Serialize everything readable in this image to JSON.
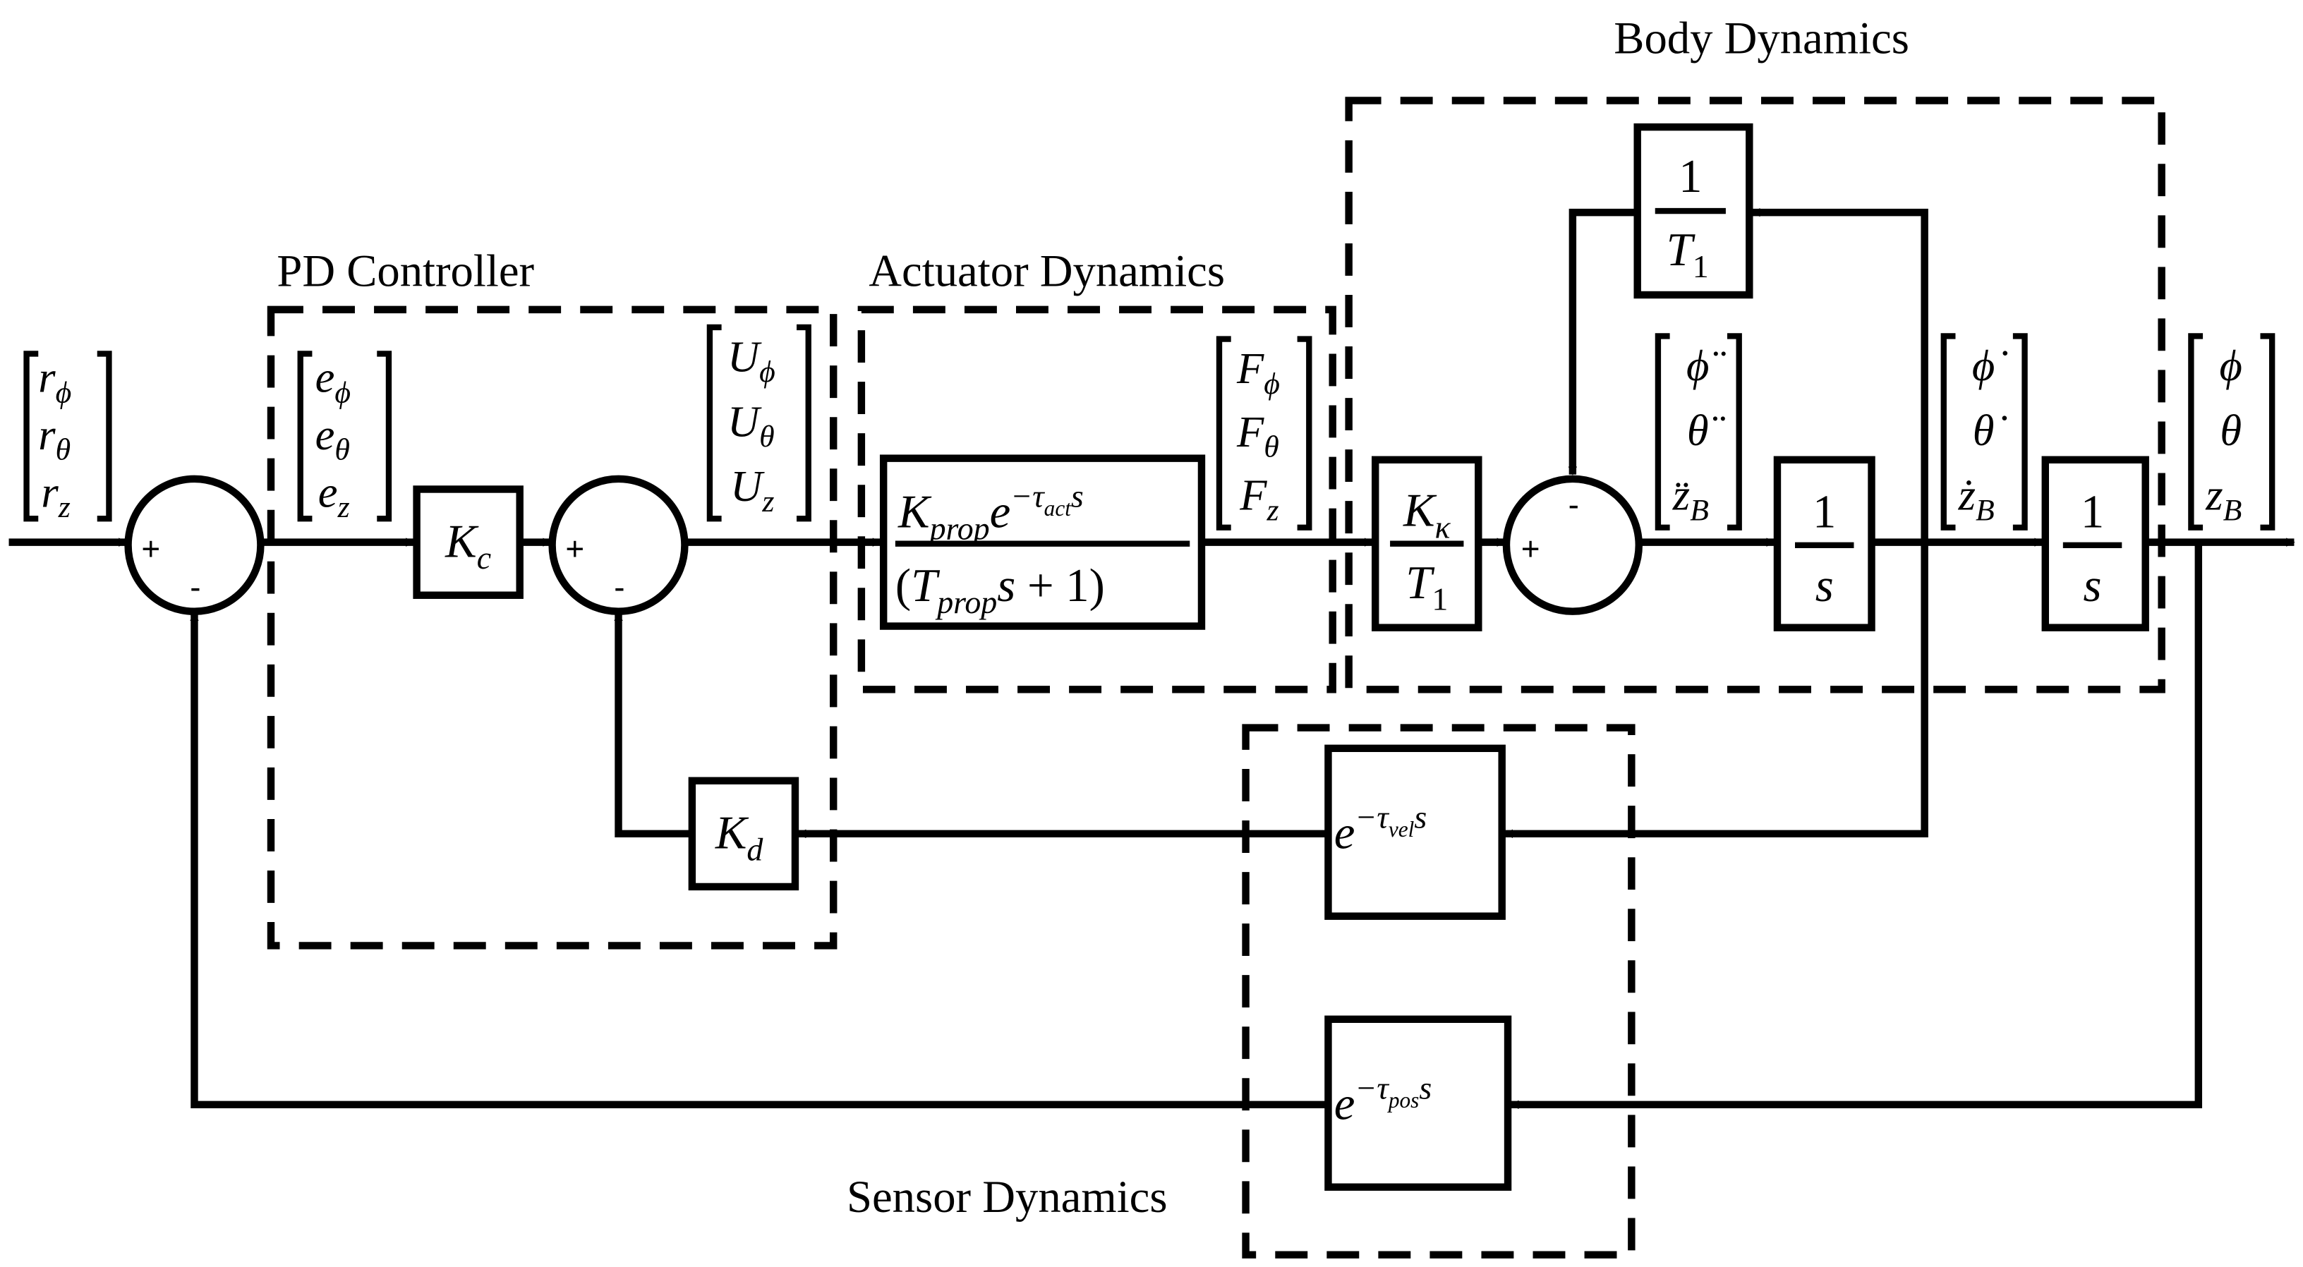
{
  "groups": {
    "pd_controller": "PD Controller",
    "actuator_dynamics": "Actuator Dynamics",
    "body_dynamics": "Body Dynamics",
    "sensor_dynamics": "Sensor Dynamics"
  },
  "signals": {
    "reference": {
      "r1": "r",
      "r1_sub": "ϕ",
      "r2": "r",
      "r2_sub": "θ",
      "r3": "r",
      "r3_sub": "z"
    },
    "error": {
      "e1": "e",
      "e1_sub": "ϕ",
      "e2": "e",
      "e2_sub": "θ",
      "e3": "e",
      "e3_sub": "z"
    },
    "control": {
      "u1": "U",
      "u1_sub": "ϕ",
      "u2": "U",
      "u2_sub": "θ",
      "u3": "U",
      "u3_sub": "z"
    },
    "force": {
      "f1": "F",
      "f1_sub": "ϕ",
      "f2": "F",
      "f2_sub": "θ",
      "f3": "F",
      "f3_sub": "z"
    },
    "acceleration": {
      "a1": "ϕ̈",
      "a2": "θ̈",
      "a3": "z̈",
      "a3_sub": "B"
    },
    "velocity": {
      "v1": "ϕ̇",
      "v2": "θ̇",
      "v3": "ż",
      "v3_sub": "B"
    },
    "output": {
      "o1": "ϕ",
      "o2": "θ",
      "o3": "z",
      "o3_sub": "B"
    }
  },
  "blocks": {
    "kc": {
      "main": "K",
      "sub": "c"
    },
    "kd": {
      "main": "K",
      "sub": "d"
    },
    "actuator": {
      "num_k": "K",
      "num_k_sub": "prop",
      "num_e": "e",
      "num_exp": "−τ",
      "num_exp_sub": "act",
      "num_exp_s": "s",
      "den_open": "(",
      "den_t": "T",
      "den_t_sub": "prop",
      "den_s": "s",
      "den_rest": " + 1)"
    },
    "gain": {
      "num": "K",
      "num_sub": "κ",
      "den": "T",
      "den_sub": "1"
    },
    "inv_t1": {
      "num": "1",
      "den": "T",
      "den_sub": "1"
    },
    "integrator1": {
      "num": "1",
      "den": "s"
    },
    "integrator2": {
      "num": "1",
      "den": "s"
    },
    "vel_delay": {
      "e": "e",
      "exp": "−τ",
      "exp_sub": "vel",
      "exp_s": "s"
    },
    "pos_delay": {
      "e": "e",
      "exp": "−τ",
      "exp_sub": "pos",
      "exp_s": "s"
    }
  },
  "summers": {
    "s1": {
      "plus": "+",
      "minus": "-"
    },
    "s2": {
      "plus": "+",
      "minus": "-"
    },
    "s3": {
      "plus": "+",
      "minus": "-"
    }
  }
}
